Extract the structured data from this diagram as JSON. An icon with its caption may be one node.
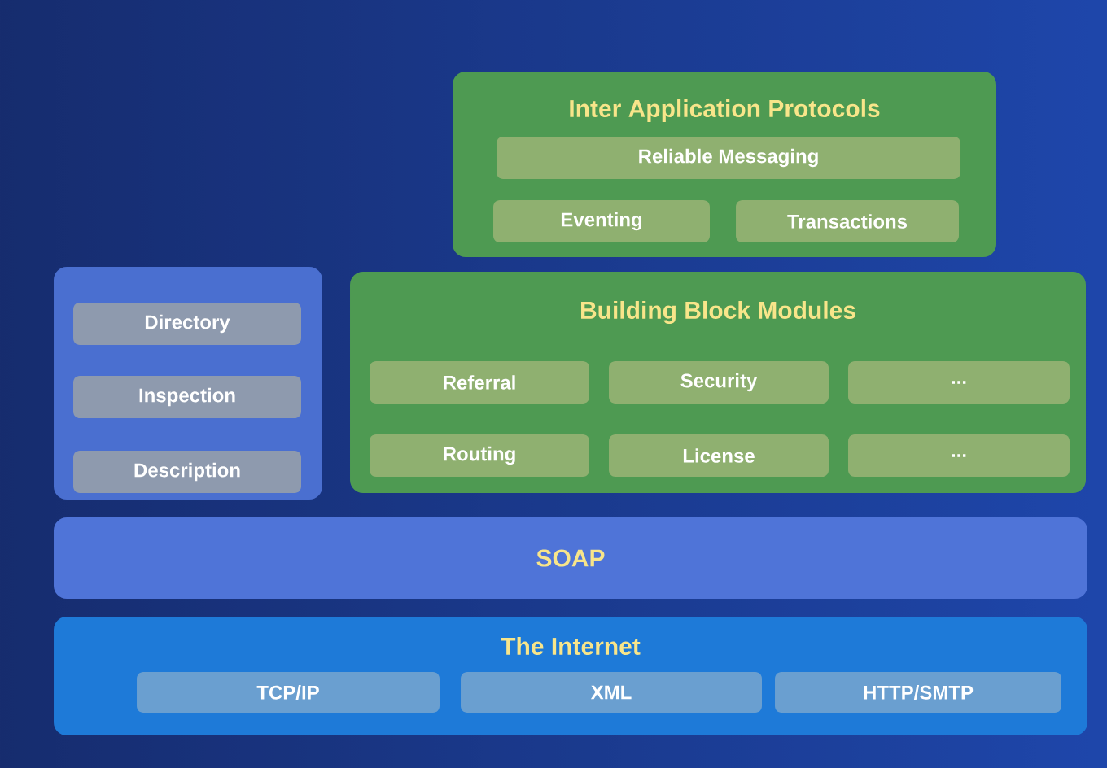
{
  "diagram": {
    "nodes": [
      {
        "text": [
          "Inter Application Protocols"
        ]
      },
      {
        "text": [
          "Reliable Messaging"
        ],
        "in": 0
      },
      {
        "text": [
          "Eventing"
        ],
        "in": 0
      },
      {
        "text": [
          "Transactions"
        ],
        "in": 0
      },
      {
        "text": [],
        "shape": "box"
      },
      {
        "text": [
          "Directory"
        ],
        "in": 4
      },
      {
        "text": [
          "Inspection"
        ],
        "in": 4
      },
      {
        "text": [
          "Description"
        ],
        "in": 4
      },
      {
        "text": [
          "Building Block Modules"
        ]
      },
      {
        "text": [
          "Referral"
        ],
        "in": 8
      },
      {
        "text": [
          "Security"
        ],
        "in": 8
      },
      {
        "text": [
          "..."
        ],
        "in": 8
      },
      {
        "text": [
          "Routing"
        ],
        "in": 8
      },
      {
        "text": [
          "License"
        ],
        "in": 8
      },
      {
        "text": [
          "..."
        ],
        "in": 8
      },
      {
        "text": [
          "SOAP"
        ]
      },
      {
        "text": [
          "The Internet"
        ]
      },
      {
        "text": [
          "TCP/IP"
        ],
        "in": 16
      },
      {
        "text": [
          "XML"
        ],
        "in": 16
      },
      {
        "text": [
          "HTTP/SMTP"
        ],
        "in": 16
      }
    ]
  }
}
